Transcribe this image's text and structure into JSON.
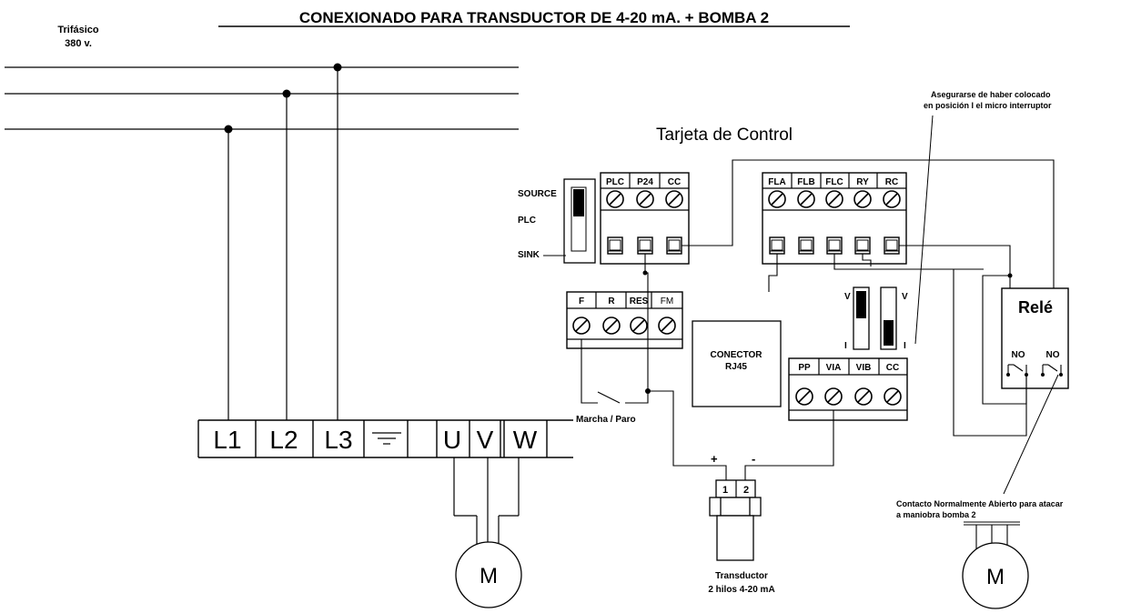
{
  "title": "CONEXIONADO PARA TRANSDUCTOR DE 4-20 mA. + BOMBA 2",
  "supply": {
    "line1": "Trifásico",
    "line2": "380 v."
  },
  "power_terminals": [
    "L1",
    "L2",
    "L3",
    "U",
    "V",
    "W"
  ],
  "card_title": "Tarjeta de  Control",
  "switch_labels": {
    "source": "SOURCE",
    "plc": "PLC",
    "sink": "SINK"
  },
  "block_plc": [
    "PLC",
    "P24",
    "CC"
  ],
  "block_fla": [
    "FLA",
    "FLB",
    "FLC",
    "RY",
    "RC"
  ],
  "block_f": [
    "F",
    "R",
    "RES",
    "FM"
  ],
  "block_pp": [
    "PP",
    "VIA",
    "VIB",
    "CC"
  ],
  "connector": {
    "line1": "CONECTOR",
    "line2": "RJ45"
  },
  "micro_switch": {
    "v1": "V",
    "i1": "I",
    "v2": "V",
    "i2": "I"
  },
  "note_micro": {
    "line1": "Asegurarse de haber colocado",
    "line2": "en posición I el micro interruptor"
  },
  "relay": {
    "title": "Relé",
    "no1": "NO",
    "no2": "NO"
  },
  "run_stop": "Marcha / Paro",
  "polarity": {
    "plus": "+",
    "minus": "-"
  },
  "transducer_pins": [
    "1",
    "2"
  ],
  "transducer": {
    "line1": "Transductor",
    "line2": "2 hilos 4-20 mA"
  },
  "contact_note": {
    "line1": "Contacto Normalmente Abierto para atacar",
    "line2": "a maniobra bomba 2"
  },
  "motor_label": "M"
}
